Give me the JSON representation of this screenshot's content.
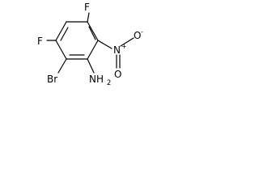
{
  "molecule": {
    "atoms": {
      "f_top": "F",
      "f_left": "F",
      "nitro_n": "N",
      "nitro_n_charge": "+",
      "nitro_o_right": "O",
      "nitro_o_right_charge": "-",
      "nitro_o_down": "O",
      "br": "Br",
      "nh2_main": "NH",
      "nh2_sub": "2"
    }
  },
  "colors": {
    "bond": "#000000",
    "text": "#000000",
    "background": "#ffffff"
  }
}
